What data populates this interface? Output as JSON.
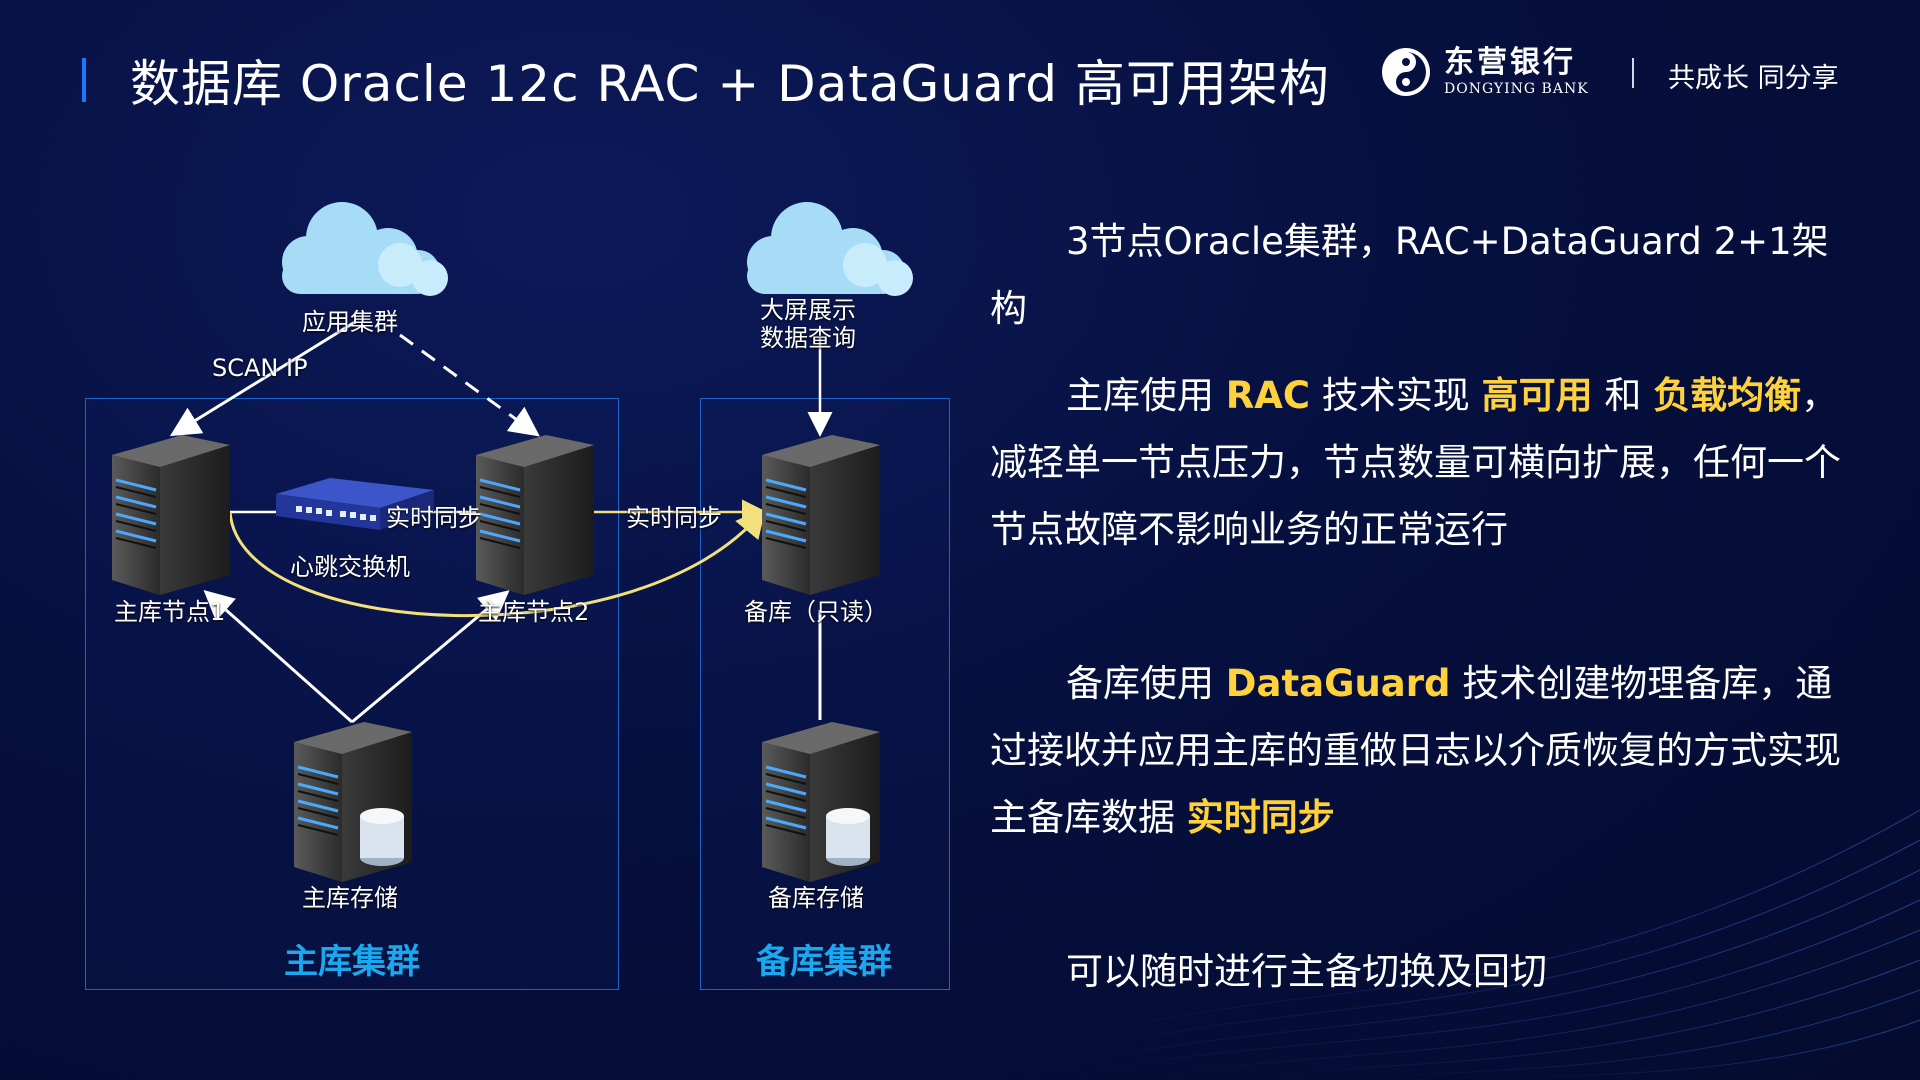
{
  "header": {
    "title": "数据库 Oracle 12c RAC + DataGuard 高可用架构",
    "logo_cn": "东营银行",
    "logo_en": "DONGYING BANK",
    "slogan": "共成长 同分享"
  },
  "diagram": {
    "app_cloud_label": "应用集群",
    "screen_cloud_label_1": "大屏展示",
    "screen_cloud_label_2": "数据查询",
    "scan_ip": "SCAN IP",
    "node1": "主库节点1",
    "node2": "主库节点2",
    "switch": "心跳交换机",
    "sync_1": "实时同步",
    "sync_2": "实时同步",
    "standby": "备库（只读）",
    "primary_storage": "主库存储",
    "standby_storage": "备库存储",
    "primary_cluster": "主库集群",
    "standby_cluster": "备库集群"
  },
  "text": {
    "p1": "3节点Oracle集群，RAC+DataGuard 2+1架构",
    "p2_a": "主库使用 ",
    "p2_b": "RAC",
    "p2_c": " 技术实现 ",
    "p2_d": "高可用",
    "p2_e": " 和 ",
    "p2_f": "负载均衡",
    "p2_g": "，减轻单一节点压力，节点数量可横向扩展，任何一个节点故障不影响业务的正常运行",
    "p3_a": "备库使用 ",
    "p3_b": "DataGuard",
    "p3_c": " 技术创建物理备库，通过接收并应用主库的重做日志以介质恢复的方式实现主备库数据 ",
    "p3_d": "实时同步",
    "p4": "可以随时进行主备切换及回切"
  },
  "colors": {
    "accent": "#1aa9f0",
    "highlight": "#ffd23c",
    "sync_line": "#f2e07a",
    "background": "#06103f"
  }
}
